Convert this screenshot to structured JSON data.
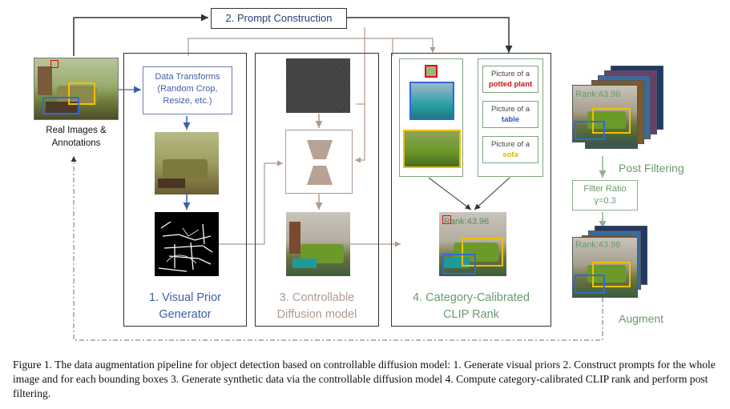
{
  "prompt_construction": "2. Prompt Construction",
  "real_images": {
    "line1": "Real Images &",
    "line2": "Annotations"
  },
  "visual_prior": {
    "transforms": {
      "line1": "Data Transforms",
      "line2": "(Random Crop,",
      "line3": "Resize, etc.)"
    },
    "title": {
      "line1": "1. Visual Prior",
      "line2": "Generator"
    }
  },
  "diffusion": {
    "title": {
      "line1": "3. Controllable",
      "line2": "Diffusion model"
    }
  },
  "clip_rank": {
    "title": {
      "line1": "4. Category-Calibrated",
      "line2": "CLIP Rank"
    },
    "prompts": [
      {
        "prefix": "Picture of a",
        "object": "potted plant",
        "color": "#cc1111"
      },
      {
        "prefix": "Picture of a",
        "object": "table",
        "color": "#2b56c7"
      },
      {
        "prefix": "Picture of a",
        "object": "sofa",
        "color": "#e5b400"
      }
    ],
    "rank_text": "Rank:43.96"
  },
  "post_filtering": {
    "label": "Post Filtering",
    "ratio_box": {
      "line1": "Filter Ratio",
      "line2": "γ=0.3"
    },
    "rank_text_top": "Rank:43.96",
    "rank_text_bottom": "Rank:43.96",
    "augment": "Augment"
  },
  "caption": "Figure 1. The data augmentation pipeline for object detection based on controllable diffusion model: 1. Generate visual priors 2. Construct prompts for the whole image and for each bounding boxes 3. Generate synthetic data via the controllable diffusion model 4. Compute category-calibrated CLIP rank and perform post filtering.",
  "colors": {
    "blue": "#3f5ea8",
    "tan": "#b09a8c",
    "green": "#6a9a6a",
    "box_yellow": "#f0c000",
    "box_blue": "#2f6ad8",
    "box_red": "#d11"
  }
}
